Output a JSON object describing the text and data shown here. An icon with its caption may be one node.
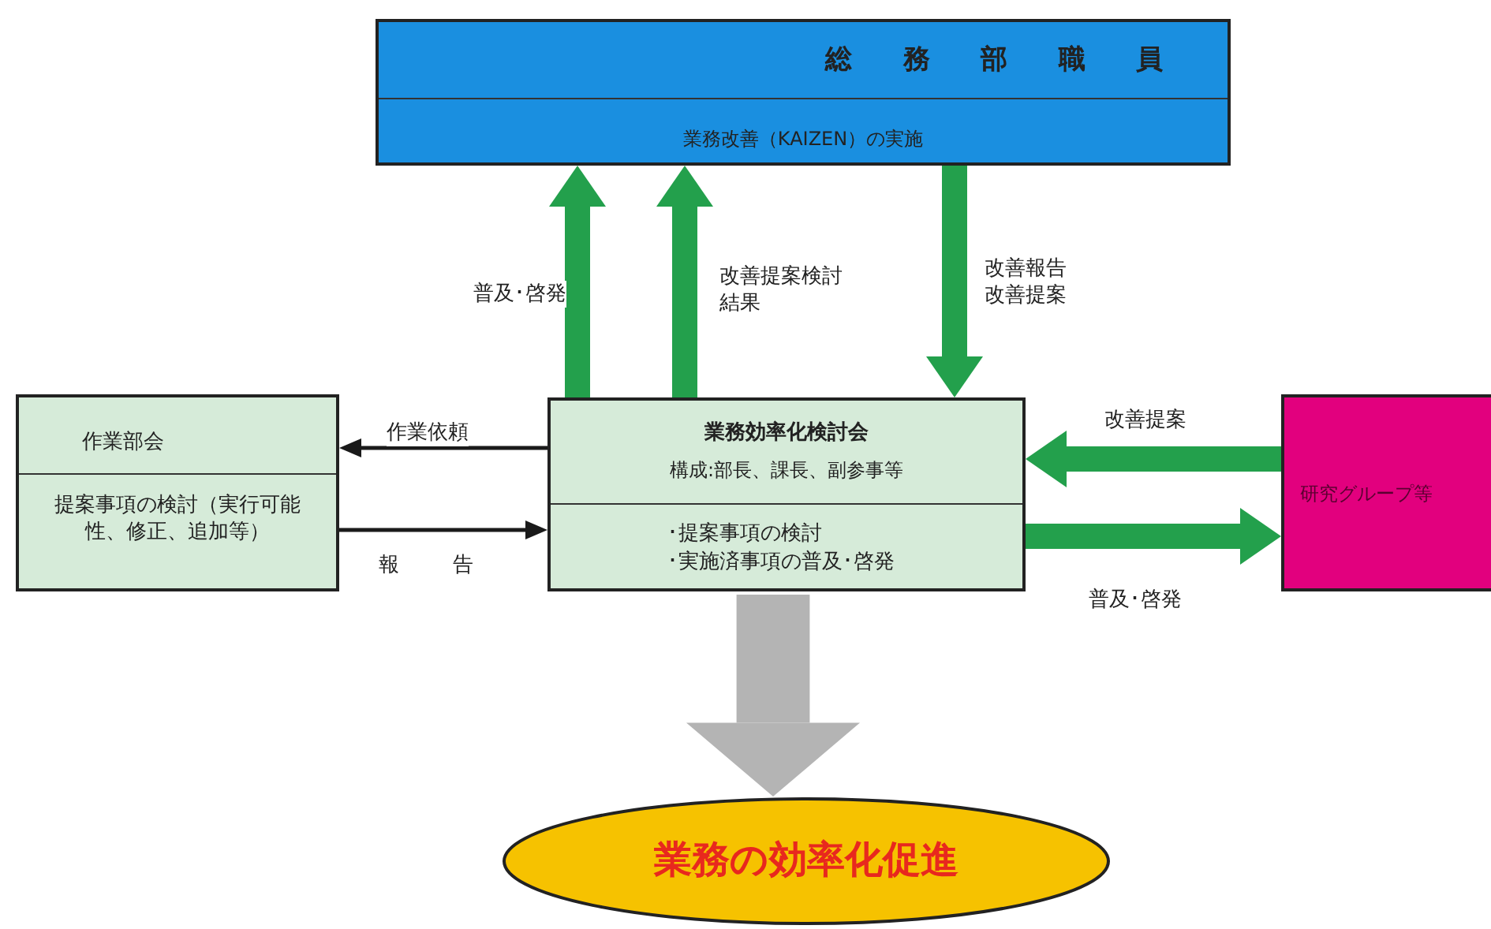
{
  "diagram": {
    "nodes": [
      {
        "text": [
          "総務部職員",
          "業務改善（KAIZEN）の実施"
        ]
      },
      {
        "text": [
          "業務効率化検討会",
          "構成:部長、課長、副参事等",
          "･提案事項の検討",
          "･実施済事項の普及･啓発"
        ]
      },
      {
        "text": [
          "作業部会",
          "提案事項の検討（実行可能性、修正、追加等）"
        ]
      },
      {
        "text": [
          "研究グループ等"
        ]
      },
      {
        "text": [
          "業務の効率化促進"
        ]
      }
    ],
    "edges": [
      {
        "from": 1,
        "to": 0,
        "arrow": "to",
        "label": "普及･啓発"
      },
      {
        "from": 1,
        "to": 0,
        "arrow": "to",
        "label": "改善提案検討結果"
      },
      {
        "from": 0,
        "to": 1,
        "arrow": "to",
        "label": "改善報告改善提案"
      },
      {
        "from": 1,
        "to": 2,
        "arrow": "to",
        "label": "作業依頼",
        "color": "#1a1a1a"
      },
      {
        "from": 2,
        "to": 1,
        "arrow": "to",
        "label": "報告",
        "color": "#1a1a1a"
      },
      {
        "from": 3,
        "to": 1,
        "arrow": "to",
        "label": "改善提案"
      },
      {
        "from": 1,
        "to": 3,
        "arrow": "to",
        "label": "普及･啓発"
      },
      {
        "from": 1,
        "to": 4,
        "arrow": "to",
        "style": "thick",
        "color": "#b4b4b4"
      }
    ]
  }
}
